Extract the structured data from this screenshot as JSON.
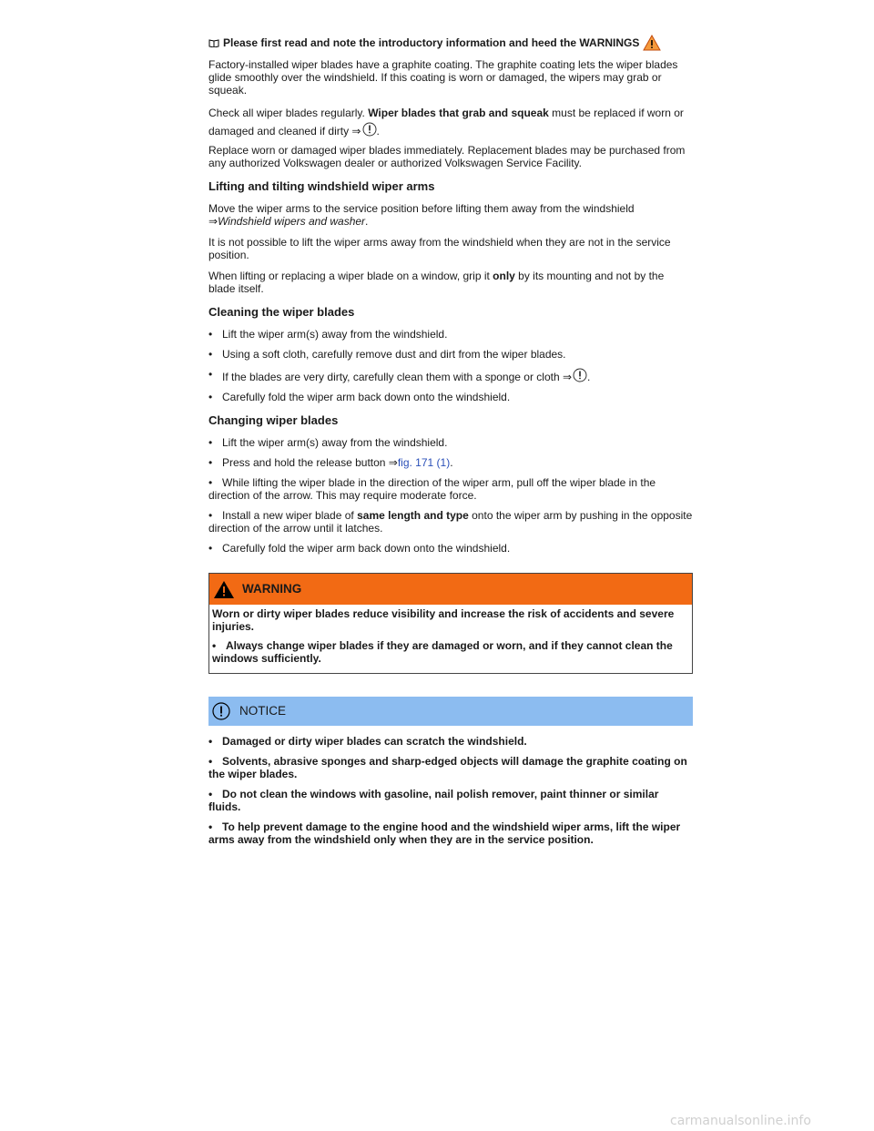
{
  "intro": {
    "text": "Please first read and note the introductory information and heed the WARNINGS",
    "icon": "book-icon",
    "warn_icon": "warning-triangle-icon"
  },
  "paragraphs": {
    "p1": "Factory-installed wiper blades have a graphite coating. The graphite coating lets the wiper blades glide smoothly over the windshield. If this coating is worn or damaged, the wipers may grab or squeak.",
    "p2_start": "Check all wiper blades regularly. ",
    "p2_bold": "Wiper blades that grab and squeak",
    "p2_end": " must be replaced if worn or damaged and cleaned if dirty ⇒",
    "p2_tail": ".",
    "p3": "Replace worn or damaged wiper blades immediately. Replacement blades may be purchased from any authorized Volkswagen dealer or authorized Volkswagen Service Facility."
  },
  "section_lift": {
    "heading": "Lifting and tilting windshield wiper arms",
    "p1_start": "Move the wiper arms to the service position before lifting them away from the windshield ⇒",
    "p1_link": "Windshield wipers and washer",
    "p1_end": ".",
    "p2": "It is not possible to lift the wiper arms away from the windshield when they are not in the service position.",
    "p3_start": "When lifting or replacing a wiper blade on a window, grip it ",
    "p3_bold": "only",
    "p3_end": " by its mounting and not by the blade itself."
  },
  "section_clean": {
    "heading": "Cleaning the wiper blades",
    "b1": "Lift the wiper arm(s) away from the windshield.",
    "b2": "Using a soft cloth, carefully remove dust and dirt from the wiper blades.",
    "b3": "If the blades are very dirty, carefully clean them with a sponge or cloth ⇒",
    "b3_tail": ".",
    "b4": "Carefully fold the wiper arm back down onto the windshield."
  },
  "section_change": {
    "heading": "Changing wiper blades",
    "b1": "Lift the wiper arm(s) away from the windshield.",
    "b2_start": "Press and hold the release button ⇒",
    "b2_link": "fig. 171 (1)",
    "b2_end": ".",
    "b3": "While lifting the wiper blade in the direction of the wiper arm, pull off the wiper blade in the direction of the arrow. This may require moderate force.",
    "b4_start": "Install a new wiper blade of ",
    "b4_bold": "same length and type",
    "b4_end": " onto the wiper arm by pushing in the opposite direction of the arrow until it latches.",
    "b5": "Carefully fold the wiper arm back down onto the windshield."
  },
  "warning": {
    "title": "WARNING",
    "color": "#f26a14",
    "text": "Worn or dirty wiper blades reduce visibility and increase the risk of accidents and severe injuries.",
    "b1": "Always change wiper blades if they are damaged or worn, and if they cannot clean the windows sufficiently."
  },
  "notice": {
    "title": "NOTICE",
    "color": "#8cbcf0",
    "b1": "Damaged or dirty wiper blades can scratch the windshield.",
    "b2": "Solvents, abrasive sponges and sharp-edged objects will damage the graphite coating on the wiper blades.",
    "b3": "Do not clean the windows with gasoline, nail polish remover, paint thinner or similar fluids.",
    "b4": "To help prevent damage to the engine hood and the windshield wiper arms, lift the wiper arms away from the windshield only when they are in the service position."
  },
  "watermark": "carmanualsonline.info"
}
